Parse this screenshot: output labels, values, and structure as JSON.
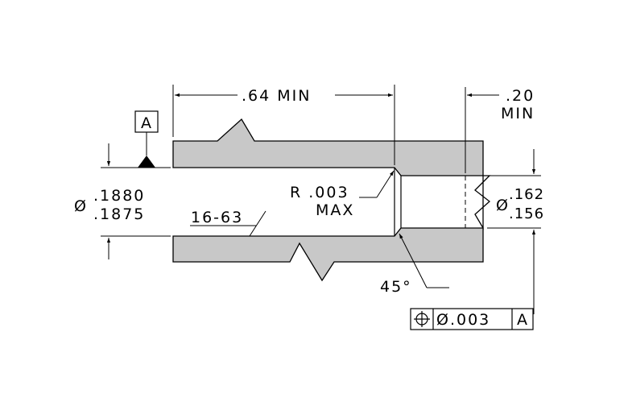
{
  "dimensions": {
    "length_min": ".64 MIN",
    "depth_top": ".20",
    "depth_bottom": "MIN",
    "bore_dia_symbol": "Ø",
    "bore_dia_max": ".1880",
    "bore_dia_min": ".1875",
    "hole_dia_symbol": "Ø",
    "hole_dia_max": ".162",
    "hole_dia_min": ".156",
    "radius_top": "R .003",
    "radius_bottom": "MAX",
    "finish": "16-63",
    "chamfer": "45°"
  },
  "datum": {
    "label": "A"
  },
  "feature_control_frame": {
    "symbol": "⌖",
    "tolerance": "Ø.003",
    "datum_ref": "A"
  },
  "colors": {
    "part_fill": "#c8c8c8",
    "line": "#000000",
    "background": "#ffffff"
  }
}
